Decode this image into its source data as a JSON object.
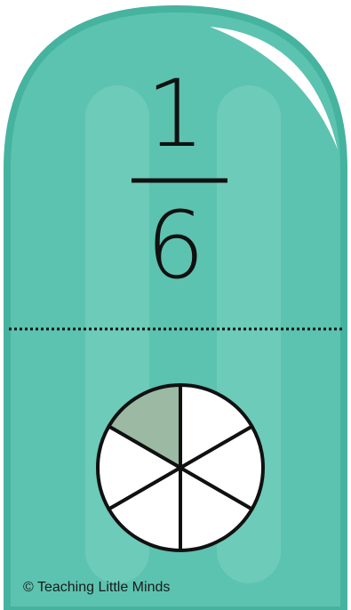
{
  "card": {
    "numerator": "1",
    "denominator": "6",
    "copyright": "© Teaching Little Minds"
  },
  "pie": {
    "total_slices": 6,
    "shaded_slices": 1
  },
  "colors": {
    "card_fill": "#5cc3b0",
    "card_border": "#46b39f",
    "stripe": "#6dcbb9",
    "shaded_slice": "#9bb9a3",
    "slice_fill": "#ffffff",
    "ink": "#111111"
  }
}
